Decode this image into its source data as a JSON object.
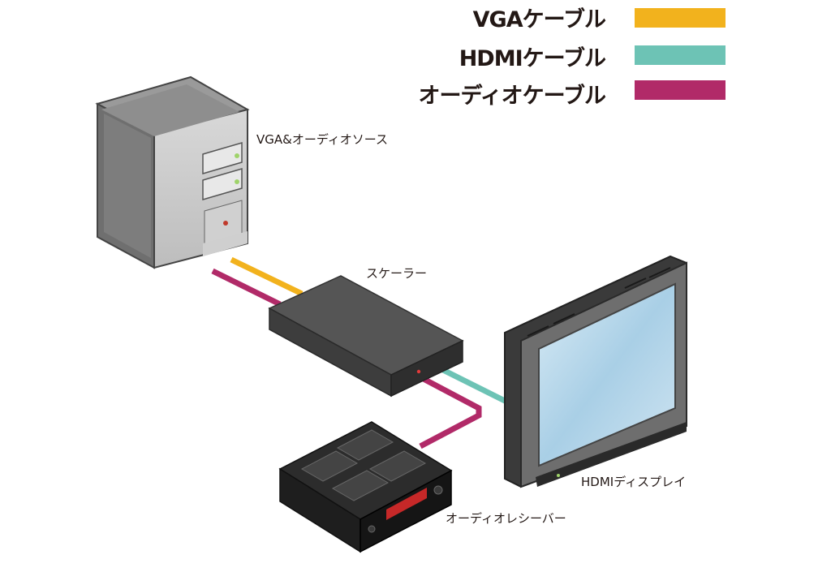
{
  "legend": [
    {
      "label": "VGAケーブル",
      "color": "#f2b21d"
    },
    {
      "label": "HDMIケーブル",
      "color": "#6dc3b5"
    },
    {
      "label": "オーディオケーブル",
      "color": "#b12a68"
    }
  ],
  "devices": {
    "source": "VGA&オーディオソース",
    "scaler": "スケーラー",
    "display": "HDMIディスプレイ",
    "receiver": "オーディオレシーバー"
  }
}
